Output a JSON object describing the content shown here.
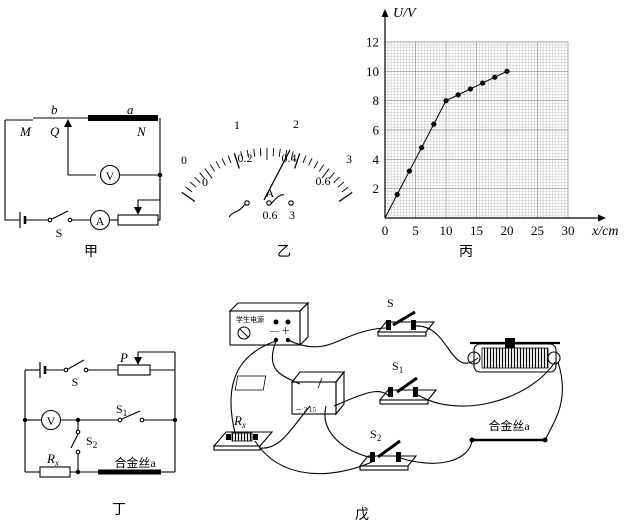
{
  "captions": {
    "jia": "甲",
    "yi": "乙",
    "bing": "丙",
    "ding": "丁",
    "wu": "戊"
  },
  "fig_jia": {
    "M": "M",
    "N": "N",
    "Q": "Q",
    "a": "a",
    "b": "b",
    "voltmeter": "V",
    "ammeter": "A",
    "switch": "S"
  },
  "fig_yi": {
    "top_scale": [
      "0",
      "1",
      "2",
      "3"
    ],
    "bottom_scale": [
      "0",
      "0.2",
      "0.4",
      "0.6"
    ],
    "terminal_label": "A",
    "terminals": [
      "0.6",
      "3"
    ]
  },
  "chart_data": {
    "type": "line",
    "xlabel": "x/cm",
    "ylabel": "U/V",
    "xlim": [
      0,
      30
    ],
    "ylim": [
      0,
      12
    ],
    "xticks": [
      "0",
      "5",
      "10",
      "15",
      "20",
      "25",
      "30"
    ],
    "yticks": [
      "2",
      "4",
      "6",
      "8",
      "10",
      "12"
    ],
    "grid": true,
    "points": [
      [
        2,
        1.6
      ],
      [
        4,
        3.2
      ],
      [
        6,
        4.8
      ],
      [
        8,
        6.4
      ],
      [
        10,
        8.0
      ],
      [
        12,
        8.4
      ],
      [
        14,
        8.8
      ],
      [
        16,
        9.2
      ],
      [
        18,
        9.6
      ],
      [
        20,
        10.0
      ]
    ]
  },
  "fig_ding": {
    "S": "S",
    "P": "P",
    "V": "V",
    "S1": "S",
    "S1_sub": "1",
    "S2": "S",
    "S2_sub": "2",
    "Rx": "R",
    "Rx_sub": "x",
    "wire": "合金丝a"
  },
  "fig_wu": {
    "power_supply": "学生电源",
    "meter_terminals": "－ 3 15",
    "S": "S",
    "S1": "S",
    "S1_sub": "1",
    "S2": "S",
    "S2_sub": "2",
    "Rx": "R",
    "Rx_sub": "x",
    "wire": "合金丝a"
  }
}
